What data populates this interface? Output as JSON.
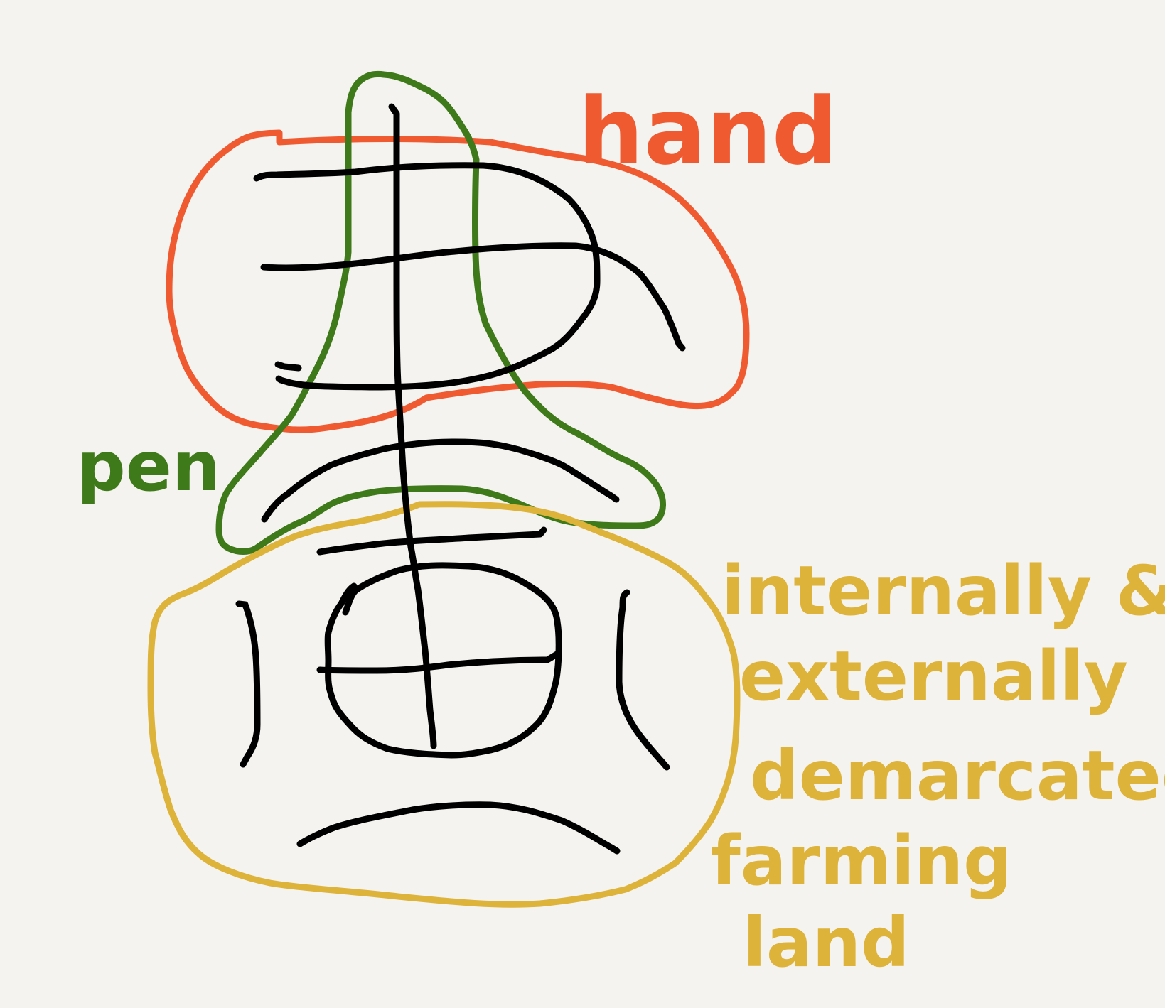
{
  "colors": {
    "background": "#f5f3ef",
    "character_ink": "#000000",
    "hand": "#f05a30",
    "pen": "#3f7a1a",
    "farmland": "#ddb33a"
  },
  "labels": {
    "hand": "hand",
    "pen": "pen",
    "farmland": {
      "line1": "internally &",
      "line2": "externally",
      "line3": "demarcated",
      "line4": "farming",
      "line5": "land"
    }
  }
}
